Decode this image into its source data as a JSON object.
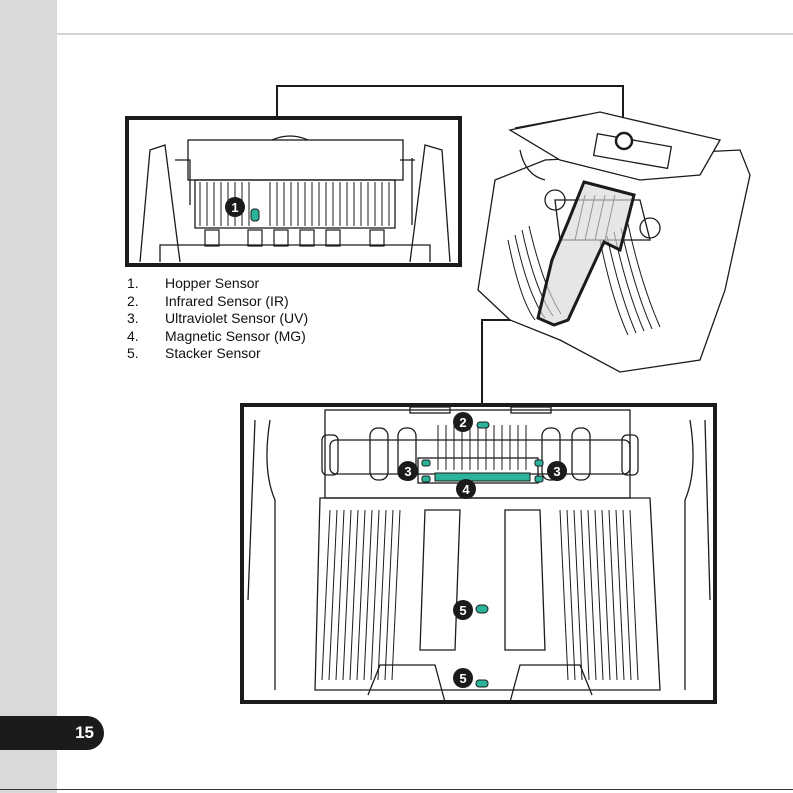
{
  "page": {
    "number": "15"
  },
  "sensors": [
    {
      "num": "1.",
      "label": "Hopper Sensor"
    },
    {
      "num": "2.",
      "label": "Infrared Sensor (IR)"
    },
    {
      "num": "3.",
      "label": "Ultraviolet Sensor (UV)"
    },
    {
      "num": "4.",
      "label": "Magnetic Sensor (MG)"
    },
    {
      "num": "5.",
      "label": "Stacker Sensor"
    }
  ],
  "markers": {
    "m1": "1",
    "m2": "2",
    "m3a": "3",
    "m3b": "3",
    "m4": "4",
    "m5a": "5",
    "m5b": "5"
  },
  "colors": {
    "sensor": "#2bb39b",
    "ink": "#1b1b1b",
    "sidebar": "#d9d9d9"
  }
}
